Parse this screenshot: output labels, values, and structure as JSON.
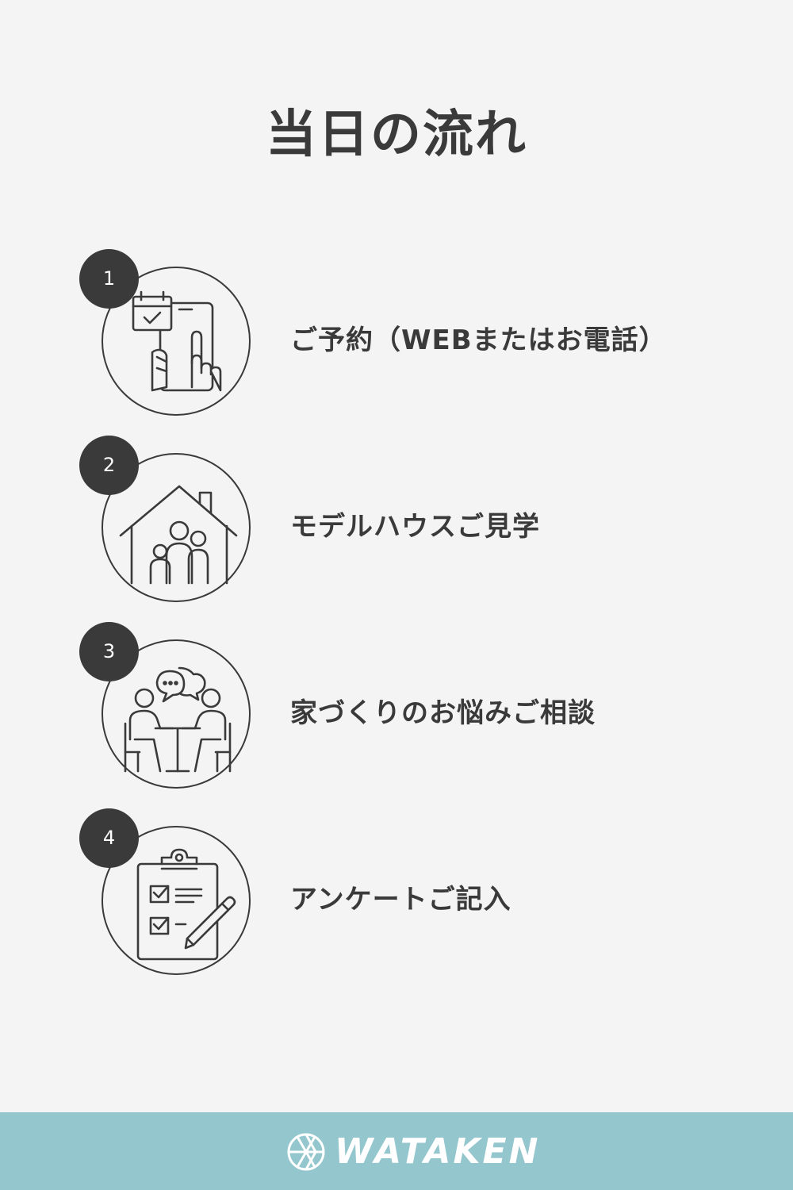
{
  "header": {
    "title": "当日の流れ"
  },
  "steps": [
    {
      "number": "1",
      "label": "ご予約（WEBまたはお電話）",
      "icon": "calendar-smartphone-icon"
    },
    {
      "number": "2",
      "label": "モデルハウスご見学",
      "icon": "house-family-icon"
    },
    {
      "number": "3",
      "label": "家づくりのお悩みご相談",
      "icon": "consultation-meeting-icon"
    },
    {
      "number": "4",
      "label": "アンケートご記入",
      "icon": "clipboard-checklist-icon"
    }
  ],
  "footer": {
    "logo_text": "WATAKEN",
    "background": "#94c6ce"
  },
  "colors": {
    "text": "#3a3a3a",
    "background": "#f4f4f4",
    "badge": "#3a3a3a"
  }
}
